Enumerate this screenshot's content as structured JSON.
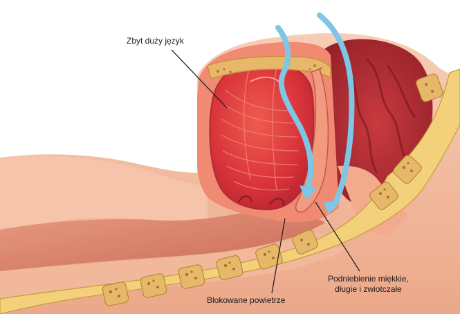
{
  "labels": {
    "tongue": "Zbyt duży język",
    "blocked_air": "Blokowane powietrze",
    "soft_palate_line1": "Podniebienie miękkie,",
    "soft_palate_line2": "długie i zwiotczałe"
  },
  "colors": {
    "skin": "#f4c0a6",
    "skin_dark": "#e9a78a",
    "tissue": "#d84a3a",
    "tissue_dark": "#a8262a",
    "tongue": "#e0383a",
    "bone": "#e8b86a",
    "bone_outline": "#c89040",
    "airflow": "#7ec6e6",
    "leader_line": "#222222"
  }
}
